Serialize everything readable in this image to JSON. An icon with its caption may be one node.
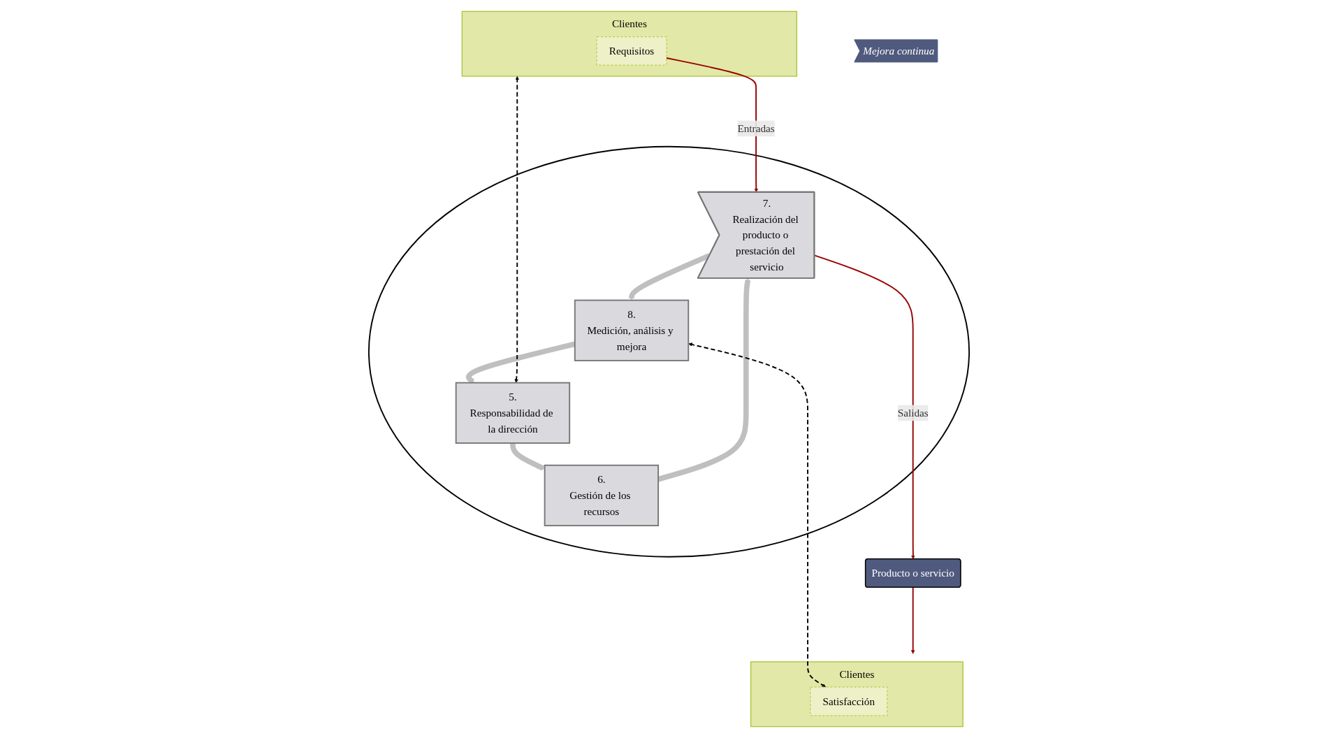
{
  "diagram": {
    "nodes": [
      {
        "text": [
          "Clientes"
        ]
      },
      {
        "text": [
          "Requisitos"
        ],
        "in": 0
      },
      {
        "text": [
          "Mejora continua"
        ]
      },
      {
        "text": [],
        "shape": "circle"
      },
      {
        "text": [
          "5.",
          "Responsabilidad de la dirección"
        ],
        "in": 3
      },
      {
        "text": [
          "6.",
          "Gestión de los recursos"
        ],
        "in": 3
      },
      {
        "text": [
          "7.",
          "Realización del producto o prestación del servicio"
        ],
        "in": 3
      },
      {
        "text": [
          "8.",
          "Medición, análisis y mejora"
        ],
        "in": 3
      },
      {
        "text": [
          "Producto o servicio"
        ]
      },
      {
        "text": [
          "Clientes"
        ]
      },
      {
        "text": [
          "Satisfacción"
        ],
        "in": 9
      }
    ],
    "edges": [
      {
        "from": 0,
        "to": 4,
        "arrow": "both",
        "style": "dashed",
        "color": "#000000"
      },
      {
        "from": 4,
        "to": 5,
        "arrow": "to",
        "style": "thick",
        "color": "#bfbfbf"
      },
      {
        "from": 5,
        "to": 6,
        "arrow": "to",
        "style": "thick",
        "color": "#bfbfbf"
      },
      {
        "from": 6,
        "to": 7,
        "arrow": "to",
        "style": "thick",
        "color": "#bfbfbf"
      },
      {
        "from": 7,
        "to": 4,
        "arrow": "to",
        "style": "thick",
        "color": "#bfbfbf"
      },
      {
        "from": 1,
        "to": 6,
        "arrow": "to",
        "label": "Entradas",
        "color": "#990000"
      },
      {
        "from": 6,
        "to": 8,
        "arrow": "to",
        "label": "Salidas",
        "color": "#990000"
      },
      {
        "from": 8,
        "to": 9,
        "arrow": "to",
        "color": "#990000"
      },
      {
        "from": 7,
        "to": 10,
        "arrow": "both",
        "style": "dashed",
        "color": "#000000"
      }
    ]
  }
}
